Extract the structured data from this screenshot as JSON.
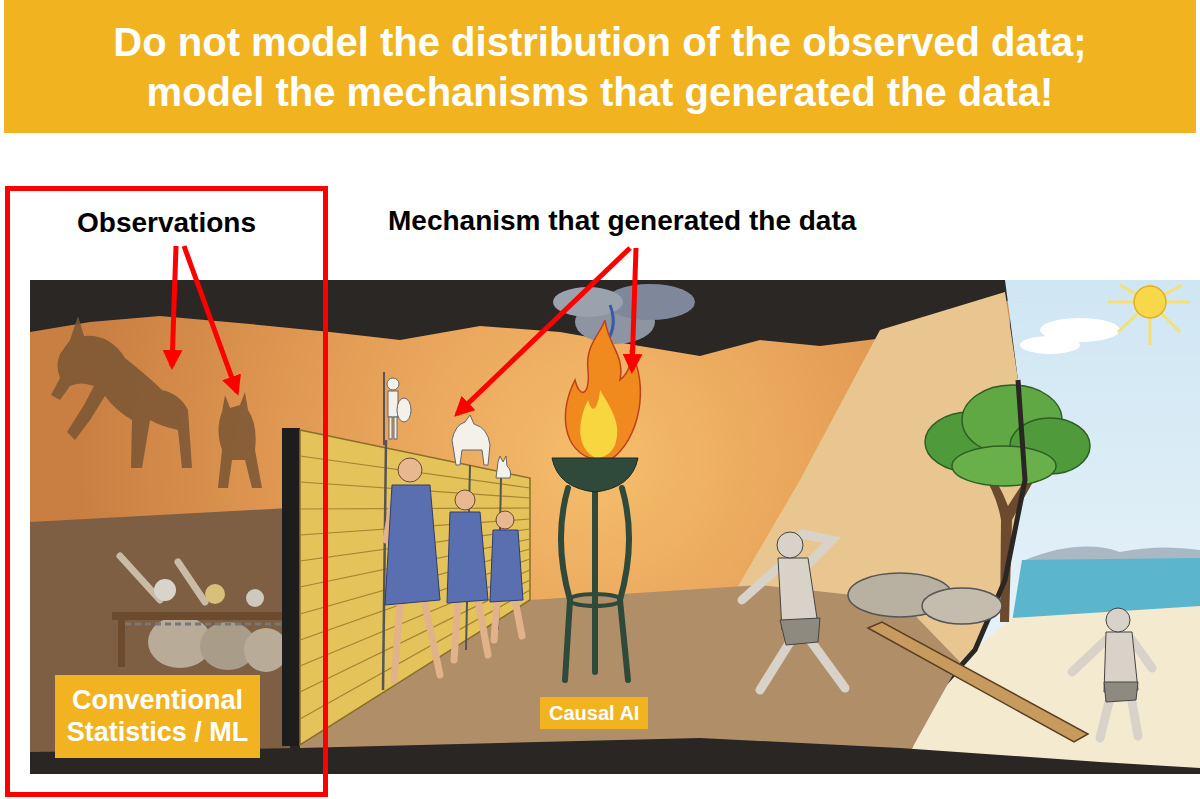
{
  "diagram": {
    "title": "Do not model the distribution of the observed data; model the mechanisms that generated the data!",
    "nodes": [
      {
        "text": [
          "Observations"
        ]
      },
      {
        "text": [
          "Conventional Statistics / ML"
        ],
        "in": 0
      },
      {
        "text": [
          "Causal AI"
        ]
      }
    ],
    "labels": [
      "Mechanism that generated the data"
    ]
  }
}
